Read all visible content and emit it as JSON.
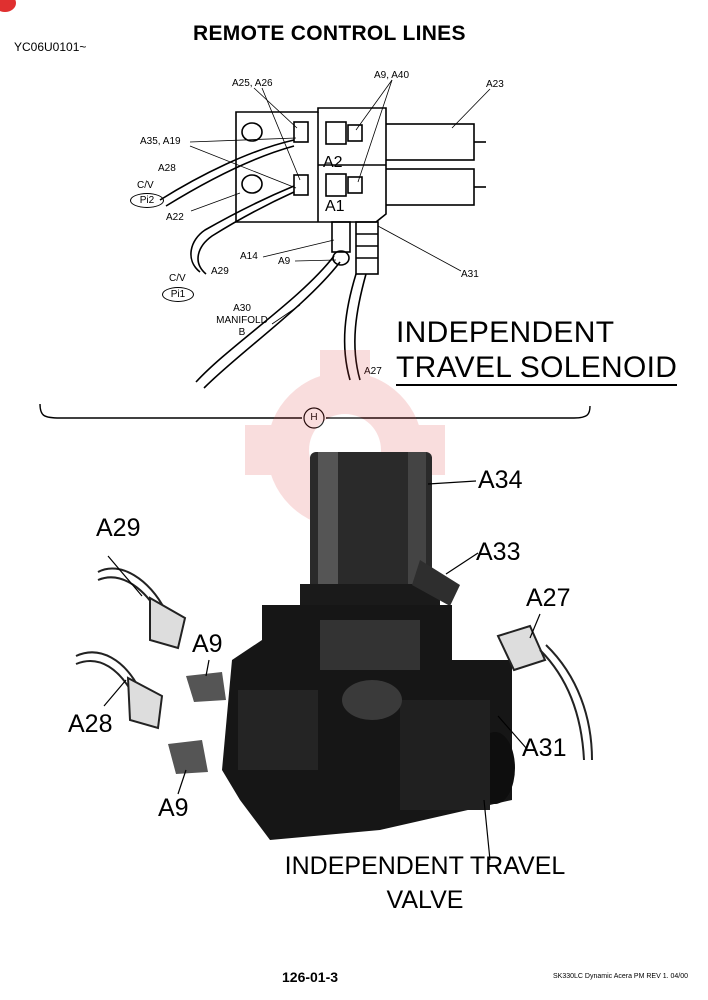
{
  "header": {
    "doc_code": "YC06U0101~",
    "title": "REMOTE CONTROL LINES"
  },
  "top_diagram": {
    "labels": {
      "a25_a26": "A25, A26",
      "a9_a40": "A9, A40",
      "a23": "A23",
      "a35_a19": "A35, A19",
      "a28": "A28",
      "cv1": "C/V",
      "pi2": "Pi2",
      "a22": "A22",
      "a2": "A2",
      "a1": "A1",
      "a14": "A14",
      "a9": "A9",
      "a31": "A31",
      "cv2": "C/V",
      "pi1": "Pi1",
      "a29": "A29",
      "a30_line1": "A30",
      "a30_line2": "MANIFOLD",
      "a30_line3": "B",
      "a27": "A27"
    },
    "caption_line1": "INDEPENDENT",
    "caption_line2": "TRAVEL SOLENOID",
    "section_marker": "H"
  },
  "photo": {
    "labels": {
      "a34": "A34",
      "a29": "A29",
      "a33": "A33",
      "a27": "A27",
      "a9_upper": "A9",
      "a28": "A28",
      "a31": "A31",
      "a9_lower": "A9"
    },
    "caption_line1": "INDEPENDENT TRAVEL",
    "caption_line2": "VALVE"
  },
  "footer": {
    "page_number": "126-01-3",
    "reference": "SK330LC Dynamic Acera PM REV 1. 04/00"
  }
}
